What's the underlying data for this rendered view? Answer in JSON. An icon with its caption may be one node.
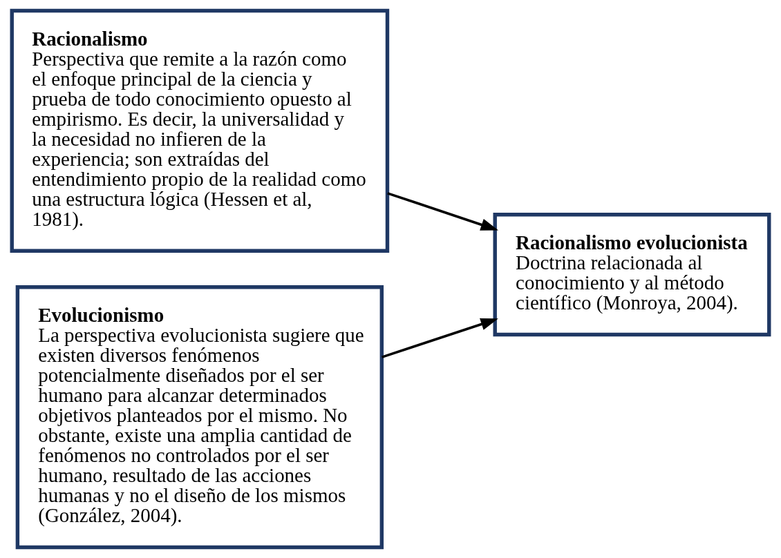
{
  "diagram": {
    "nodes": [
      {
        "text": [
          "Racionalismo",
          "Perspectiva que remite a la razón como el enfoque principal de la ciencia y prueba de todo conocimiento opuesto al empirismo. Es decir, la universalidad y la necesidad no infieren de la experiencia; son extraídas del entendimiento propio de la realidad como una estructura lógica (Hessen et al, 1981)."
        ]
      },
      {
        "text": [
          "Evolucionismo",
          "La perspectiva evolucionista sugiere que existen diversos fenómenos potencialmente diseñados por el ser humano para alcanzar determinados objetivos planteados por el mismo. No obstante, existe una amplia cantidad de fenómenos no controlados por el ser humano, resultado de las acciones humanas y no el diseño de los mismos (González, 2004)."
        ]
      },
      {
        "text": [
          "Racionalismo evolucionista",
          "Doctrina relacionada al conocimiento y al método científico (Monroya, 2004)."
        ]
      }
    ],
    "edges": [
      {
        "from": 0,
        "to": 2,
        "arrow": "to"
      },
      {
        "from": 1,
        "to": 2,
        "arrow": "to"
      }
    ]
  }
}
